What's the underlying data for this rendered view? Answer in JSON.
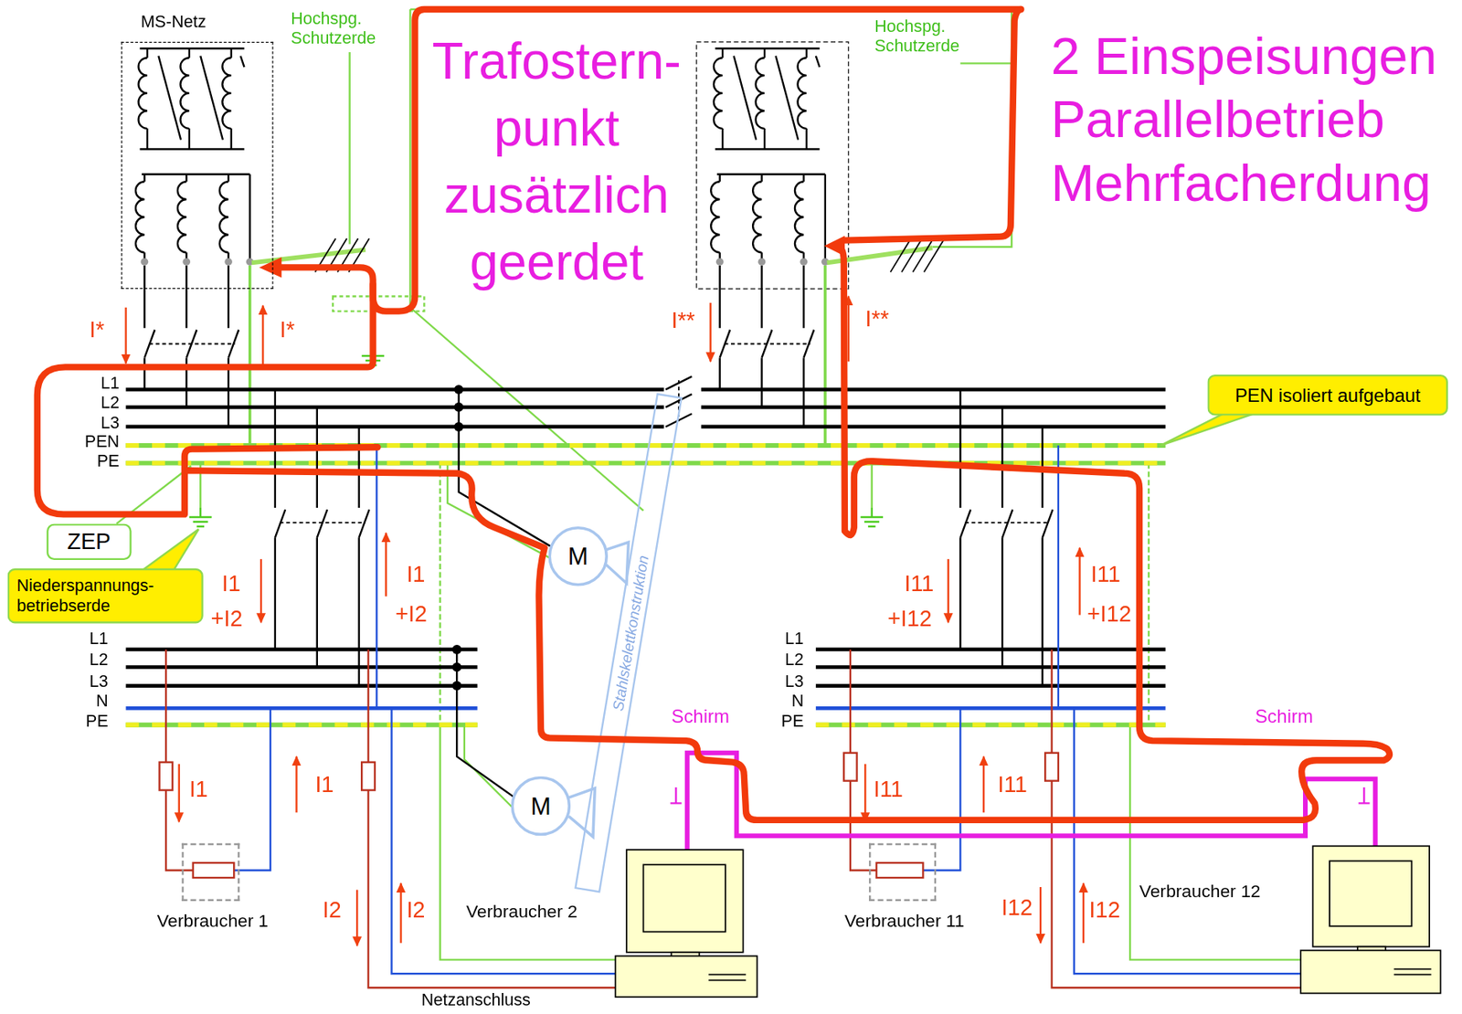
{
  "diagram": {
    "nodes": [
      {
        "text": [
          "MS-Netz"
        ]
      },
      {
        "text": [
          "ZEP"
        ]
      },
      {
        "text": [
          "Niederspannungs- betriebserde"
        ]
      },
      {
        "text": [
          "PEN isoliert aufgebaut"
        ]
      },
      {
        "text": [
          "M"
        ]
      },
      {
        "text": [
          "M"
        ]
      },
      {
        "text": [
          "Verbraucher 1"
        ]
      },
      {
        "text": [
          "Verbraucher 11"
        ]
      }
    ],
    "labels": [
      "Hochspg. Schutzerde",
      "Trafostern- punkt zusätzlich geerdet",
      "Hochspg. Schutzerde",
      "2 Einspeisungen Parallelbetrieb Mehrfacherdung",
      "I*",
      "I*",
      "I**",
      "I**",
      "L1",
      "L2",
      "L3",
      "PEN",
      "PE",
      "I1",
      "+I2",
      "I1",
      "+I2",
      "I11",
      "+I12",
      "I11",
      "+I12",
      "L1",
      "L2",
      "L3",
      "N",
      "PE",
      "L1",
      "L2",
      "L3",
      "N",
      "PE",
      "Schirm",
      "Schirm",
      "I1",
      "I1",
      "I11",
      "I11",
      "Stahlskelettkonstruktion",
      "I2",
      "I2",
      "I12",
      "I12",
      "Verbraucher 2",
      "Verbraucher 12",
      "Netzanschluss"
    ]
  }
}
